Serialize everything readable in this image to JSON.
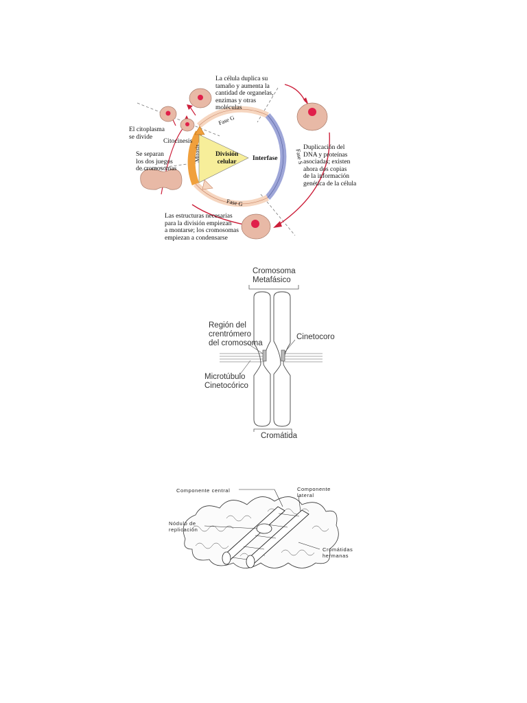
{
  "figure1": {
    "labels": {
      "cell_duplicates": "La célula duplica su\ntamaño y aumenta la\ncantidad de organelas,\nenzimas y otras\nmoléculas",
      "cytoplasm_divides": "El citoplasma\nse divide",
      "cytokinesis": "Citocinesis",
      "chromosome_sets": "Se separan\nlos dos juegos\nde cromosomas",
      "cell_division": "División\ncelular",
      "mitosis": "Mitosis",
      "interphase": "Interfase",
      "phase_g_top": "Fase G",
      "phase_g_bottom": "Fase G",
      "phase_s": "Fase S",
      "dna_duplication": "Duplicación del\nDNA y proteínas\nasociadas; existen\nahora dos copias\nde la información\ngenética de la célula",
      "structures_form": "Las estructuras necesarias\npara la división empiezan\na montarse; los cromosomas\nempiezan a condensarse"
    },
    "colors": {
      "cell": "#e8b9a6",
      "nucleus": "#e0204a",
      "arrow": "#cc1f3a",
      "ring_peach": "#f6d6c0",
      "ring_blue": "#9ea6d8",
      "wedge": "#f7ee9a",
      "mitosis_orange": "#f0a03c"
    }
  },
  "figure2": {
    "labels": {
      "metaphase_chromosome": "Cromosoma\nMetafásico",
      "centromere_region": "Región del\ncrentrómero\ndel cromosoma",
      "kinetochore": "Cinetocoro",
      "microtubule": "Microtúbulo\nCinetocórico",
      "chromatid": "Cromátida"
    }
  },
  "figure3": {
    "labels": {
      "central_component": "Componente central",
      "lateral_component": "Componente\nlateral",
      "replication_node": "Nódulo de\nreplicación",
      "sister_chromatids": "Cromátidas\nhermanas"
    }
  }
}
